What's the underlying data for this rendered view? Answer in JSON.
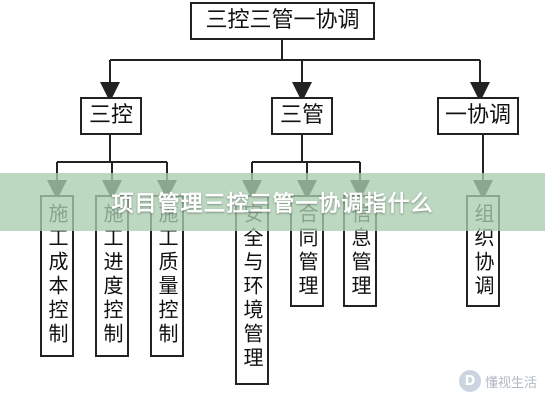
{
  "root": "三控三管一协调",
  "branches": [
    {
      "label": "三控",
      "leaves": [
        "施工成本控制",
        "施工进度控制",
        "施工质量控制"
      ]
    },
    {
      "label": "三管",
      "leaves": [
        "安全与环境管理",
        "合同管理",
        "信息管理"
      ]
    },
    {
      "label": "一协调",
      "leaves": [
        "组织协调"
      ]
    }
  ],
  "overlay_title": "项目管理三控三管一协调指什么",
  "watermark": {
    "text": "懂视生活",
    "logo_glyph": "D"
  },
  "colors": {
    "line": "#222222",
    "band": "#aacdaf",
    "band_text": "#ffffff"
  }
}
